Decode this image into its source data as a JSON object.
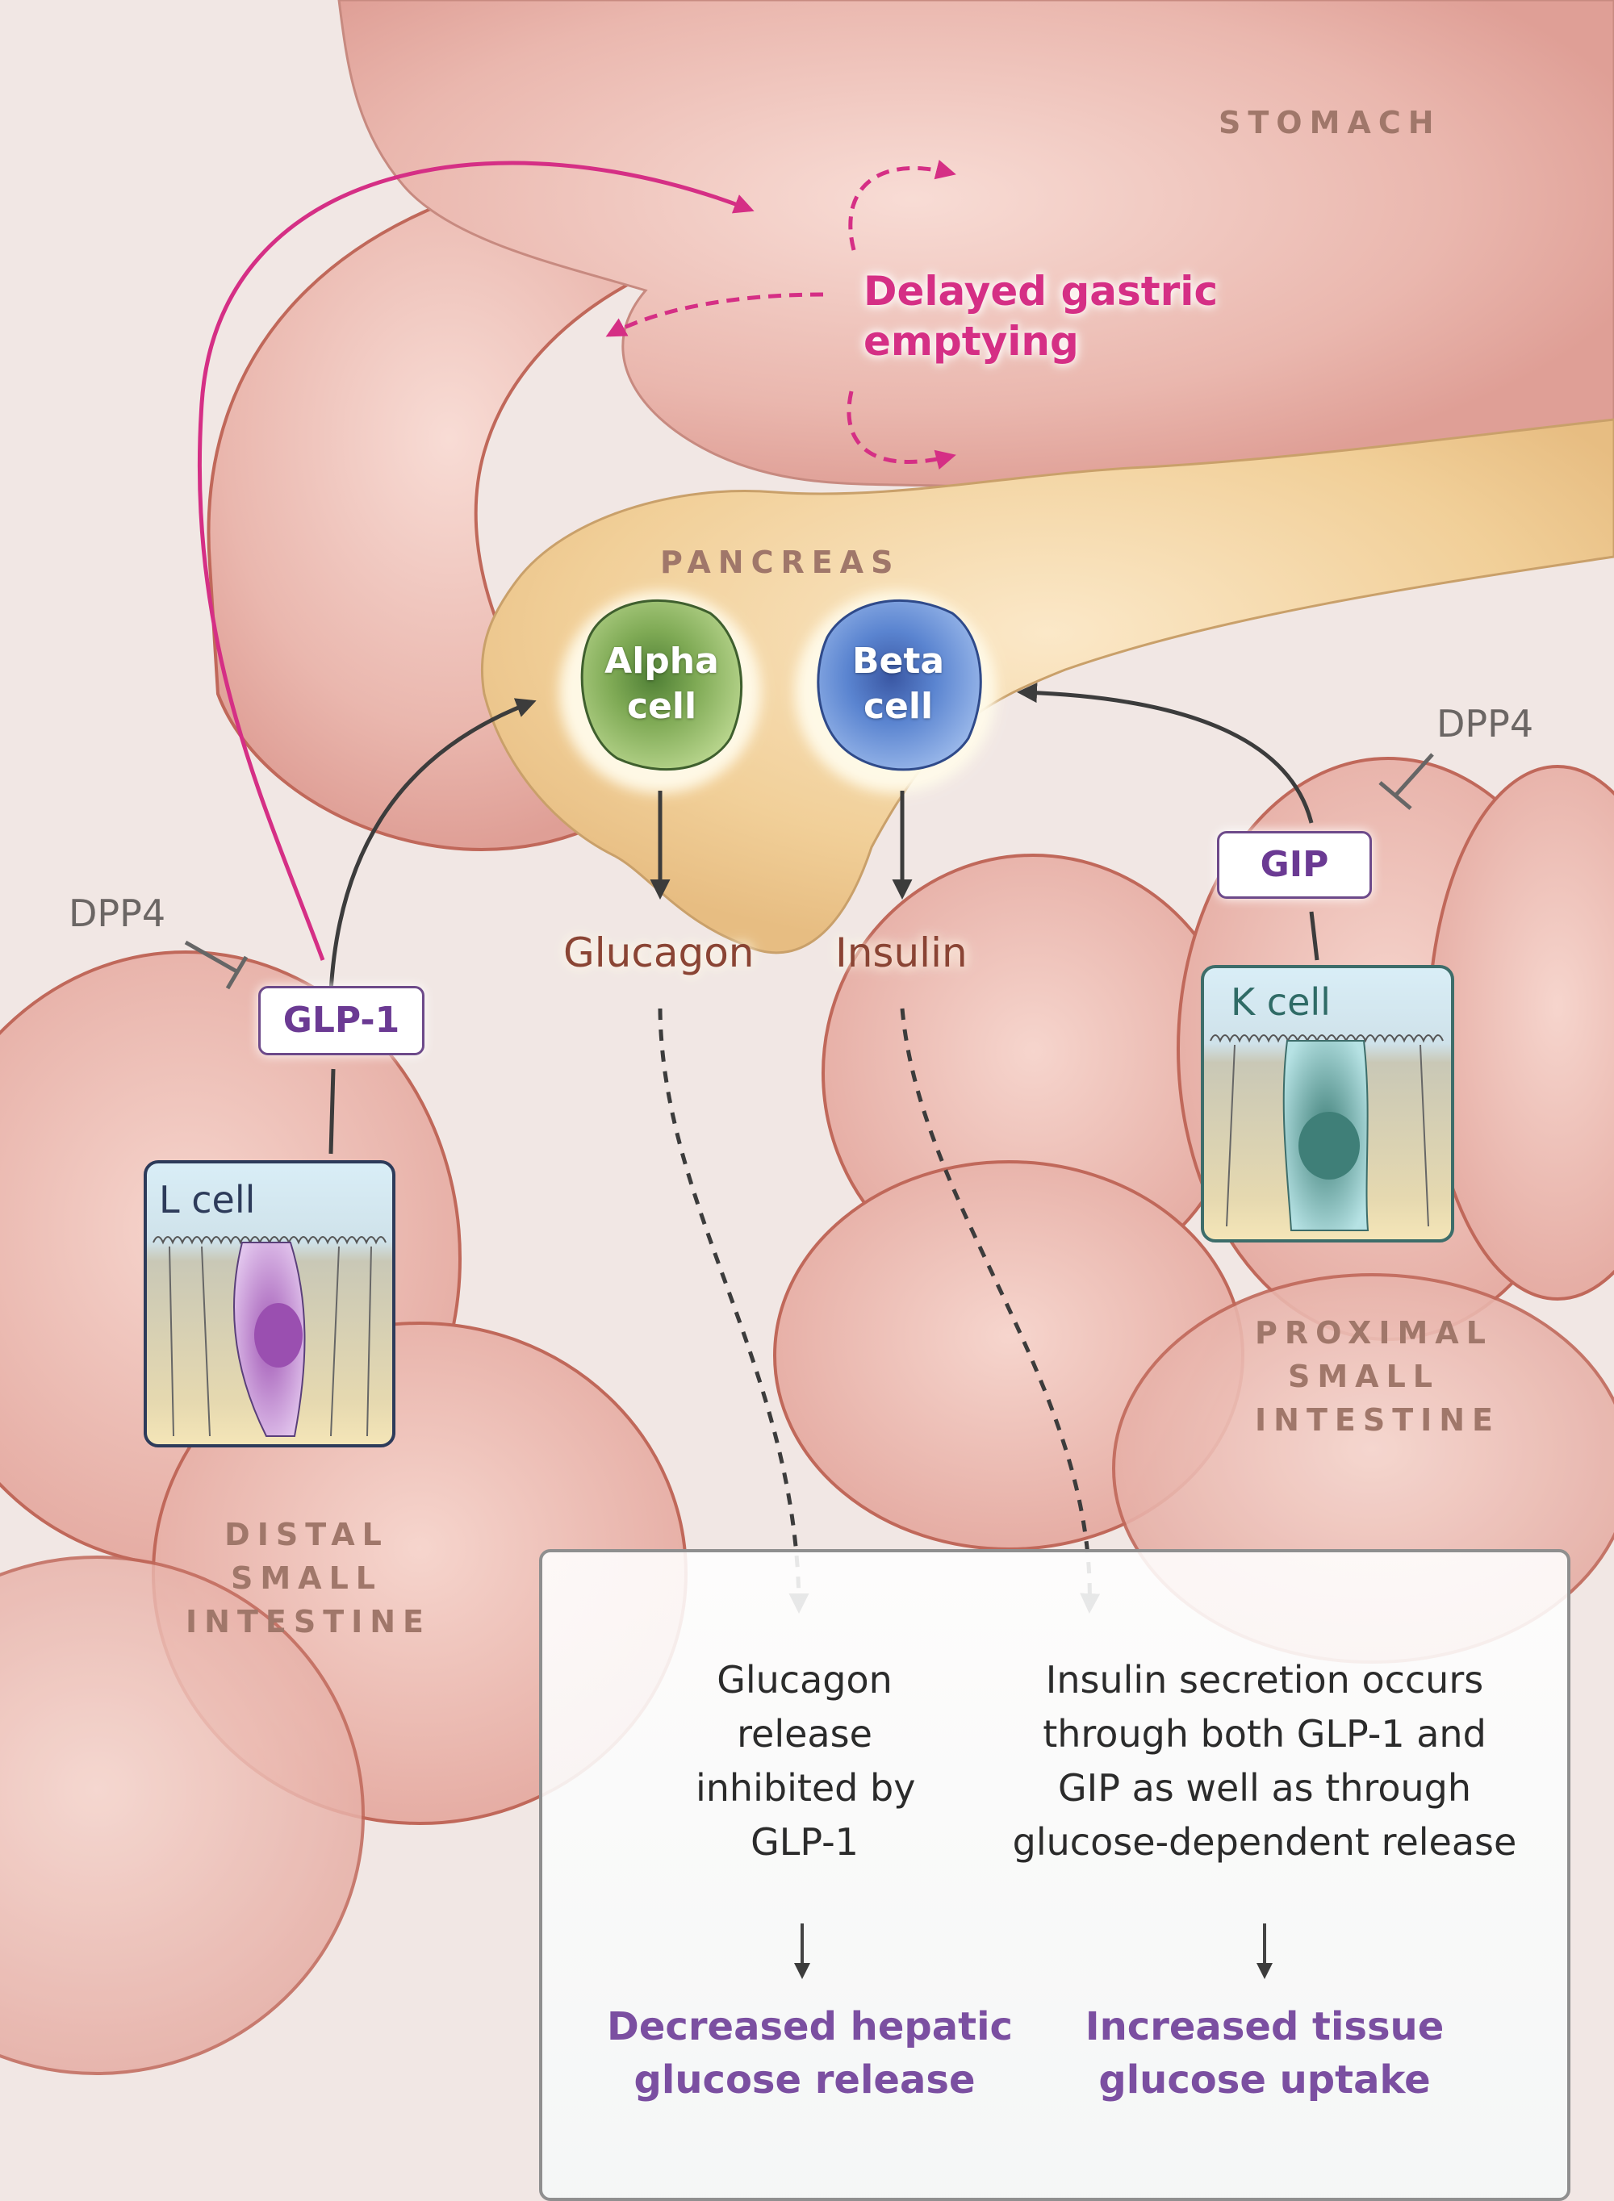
{
  "organs": {
    "stomach": "STOMACH",
    "pancreas": "PANCREAS",
    "proximal_small_intestine": [
      "PROXIMAL",
      "SMALL",
      "INTESTINE"
    ],
    "distal_small_intestine": [
      "DISTAL",
      "SMALL",
      "INTESTINE"
    ]
  },
  "gastric_effect": [
    "Delayed gastric",
    "emptying"
  ],
  "islet_cells": {
    "alpha": [
      "Alpha",
      "cell"
    ],
    "beta": [
      "Beta",
      "cell"
    ]
  },
  "hormone_outputs": {
    "glucagon": "Glucagon",
    "insulin": "Insulin"
  },
  "incretins": {
    "glp1": "GLP-1",
    "gip": "GIP"
  },
  "enzymes": {
    "left": "DPP4",
    "right": "DPP4"
  },
  "enteroendocrine_cells": {
    "l_cell": "L cell",
    "k_cell": "K cell"
  },
  "summary_panel": {
    "left_text": [
      "Glucagon",
      "release",
      "inhibited by",
      "GLP-1"
    ],
    "left_outcome": [
      "Decreased hepatic",
      "glucose release"
    ],
    "right_text": [
      "Insulin secretion occurs",
      "through both GLP-1 and",
      "GIP as well as through",
      "glucose-dependent release"
    ],
    "right_outcome": [
      "Increased tissue",
      "glucose uptake"
    ]
  },
  "colors": {
    "gastric_effect": "#d52f85",
    "incretin_label": "#6b3a93",
    "outcome_text": "#7b4fa1",
    "alpha_cell": "#6e9a45",
    "beta_cell": "#4f78c4",
    "l_cell": "#b07cc6",
    "k_cell": "#5fb3b3"
  }
}
